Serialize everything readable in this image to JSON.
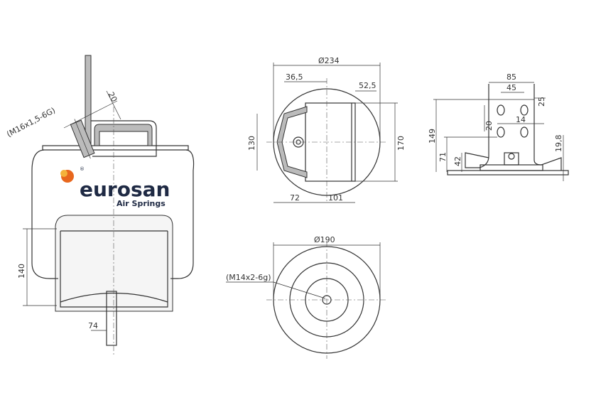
{
  "logo": {
    "brand": "eurosan",
    "subtitle": "Air Springs",
    "registered": "®",
    "accent_color": "#e8671d"
  },
  "side_view": {
    "thread_top": "(M16x1,5-6G)",
    "bolt_length": "20",
    "height_piston": "140",
    "stud_offset": "74"
  },
  "top_view": {
    "diameter": "Ø234",
    "offset_left": "36,5",
    "offset_right": "52,5",
    "height_left": "130",
    "height_right": "170",
    "bottom_left": "72",
    "bottom_right": "101"
  },
  "bottom_view": {
    "diameter": "Ø190",
    "thread": "(M14x2-6g)"
  },
  "bracket_view": {
    "width": "85",
    "hole_spacing": "45",
    "top_offset": "25",
    "vertical_spacing": "20",
    "hole_offset": "14",
    "total_height": "149",
    "height_71": "71",
    "height_42": "42",
    "height_19_8": "19,8"
  }
}
